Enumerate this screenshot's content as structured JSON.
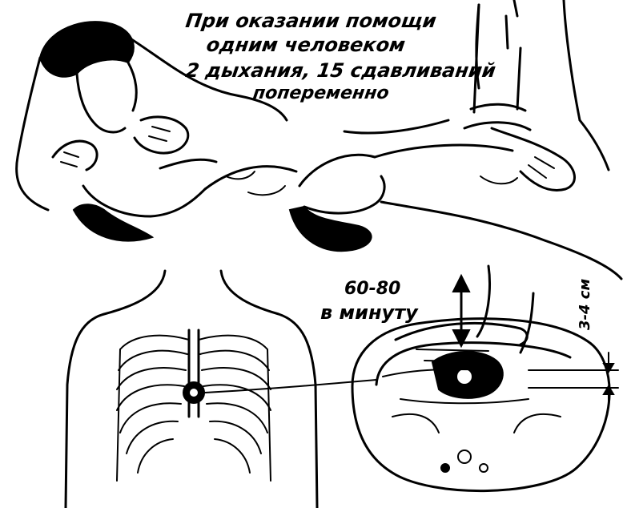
{
  "caption": {
    "line1": "При оказании помощи",
    "line2": "одним человеком",
    "line3": "2 дыхания, 15 сдавливаний",
    "line4": "попеременно"
  },
  "rate": {
    "value": "60-80",
    "unit": "в минуту"
  },
  "depth": "3-4 см"
}
